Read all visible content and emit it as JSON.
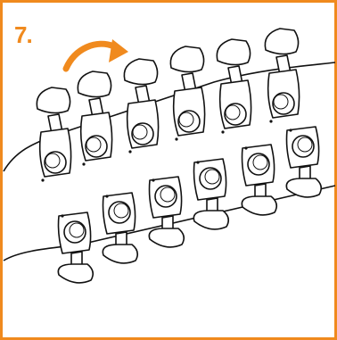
{
  "step_label": "7.",
  "colors": {
    "accent": "#F08A1E",
    "ink": "#111111",
    "paper": "#ffffff"
  },
  "rotation_arrow": {
    "direction": "clockwise",
    "icon": "rotate-clockwise-arrow-icon"
  },
  "headstock": {
    "top_row_tuners": 6,
    "bottom_row_tuners": 6
  }
}
